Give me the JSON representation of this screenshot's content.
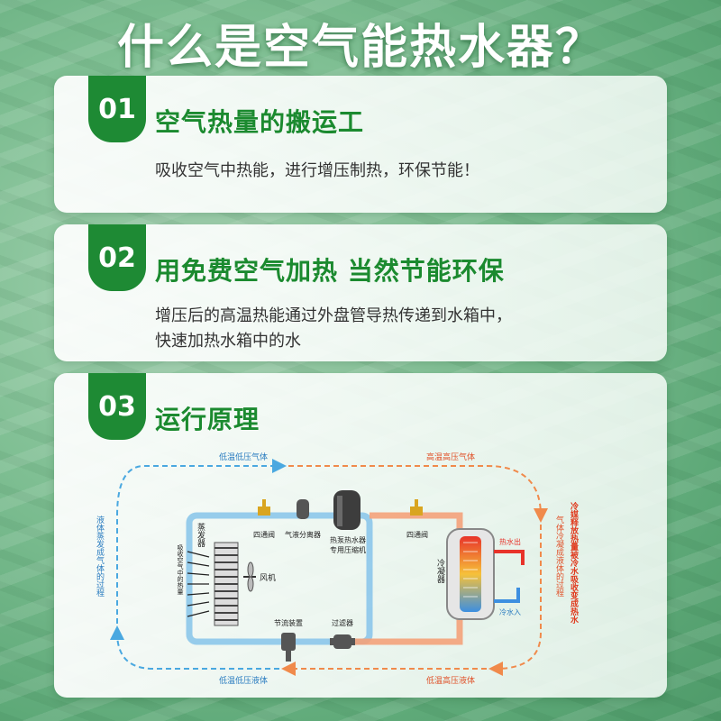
{
  "title": "什么是空气能热水器？",
  "cards": [
    {
      "num": "01",
      "title": "空气热量的搬运工",
      "desc": [
        "吸收空气中热能，进行增压制热，环保节能！"
      ]
    },
    {
      "num": "02",
      "title": "用免费空气加热 当然节能环保",
      "desc": [
        "增压后的高温热能通过外盘管导热传递到水箱中，",
        "快速加热水箱中的水"
      ]
    },
    {
      "num": "03",
      "title": "运行原理",
      "desc": []
    }
  ],
  "diagram": {
    "top_left_flow": "低温低压气体",
    "top_right_flow": "高温高压气体",
    "bottom_left_flow": "低温低压液体",
    "bottom_right_flow": "低温高压液体",
    "left_vertical": "液体蒸发成气体的过程",
    "right_vertical": "气体冷凝成液体的过程",
    "right_red_vertical": "冷媒释放热量被冷水吸收变成热水",
    "evaporator": "蒸发器",
    "evap_note": "吸收空气中的热量",
    "fan": "风机",
    "valve_left": "四通阀",
    "separator": "气液分离器",
    "compressor": [
      "热泵热水器",
      "专用压缩机"
    ],
    "valve_right": "四通阀",
    "condenser": "冷凝器",
    "hot_out": "热水出",
    "cold_in": "冷水入",
    "throttle": "节流装置",
    "filter": "过滤器",
    "colors": {
      "cold": "#4aa8e0",
      "hot": "#f08a4b",
      "red": "#e03a1e",
      "green": "#1e8a34"
    }
  }
}
